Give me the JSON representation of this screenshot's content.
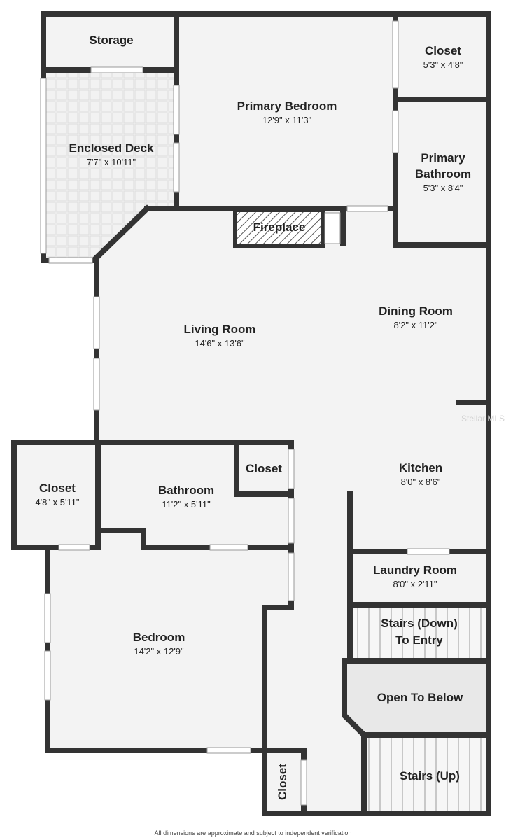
{
  "colors": {
    "wall": "#333333",
    "floor": "#f3f3f3",
    "window": "#ffffff",
    "open_to_below": "#e8e8e8",
    "text": "#222222"
  },
  "rooms": {
    "storage": {
      "name": "Storage"
    },
    "enclosed_deck": {
      "name": "Enclosed Deck",
      "dims": "7'7\" x 10'11\""
    },
    "primary_bedroom": {
      "name": "Primary Bedroom",
      "dims": "12'9\" x 11'3\""
    },
    "closet_top": {
      "name": "Closet",
      "dims": "5'3\" x 4'8\""
    },
    "primary_bathroom": {
      "name_line1": "Primary",
      "name_line2": "Bathroom",
      "dims": "5'3\" x 8'4\""
    },
    "fireplace": {
      "name": "Fireplace"
    },
    "dining_room": {
      "name": "Dining Room",
      "dims": "8'2\" x 11'2\""
    },
    "living_room": {
      "name": "Living Room",
      "dims": "14'6\" x 13'6\""
    },
    "closet_left": {
      "name": "Closet",
      "dims": "4'8\" x 5'11\""
    },
    "bathroom": {
      "name": "Bathroom",
      "dims": "11'2\" x 5'11\""
    },
    "closet_small": {
      "name": "Closet"
    },
    "kitchen": {
      "name": "Kitchen",
      "dims": "8'0\" x 8'6\""
    },
    "laundry_room": {
      "name": "Laundry Room",
      "dims": "8'0\" x 2'11\""
    },
    "stairs_down": {
      "name_line1": "Stairs (Down)",
      "name_line2": "To Entry"
    },
    "open_to_below": {
      "name": "Open To Below"
    },
    "bedroom": {
      "name": "Bedroom",
      "dims": "14'2\" x 12'9\""
    },
    "stairs_up": {
      "name": "Stairs (Up)"
    },
    "closet_bottom": {
      "name": "Closet"
    }
  },
  "watermark": "Stellar MLS",
  "footer": "All dimensions are approximate and subject to independent verification"
}
